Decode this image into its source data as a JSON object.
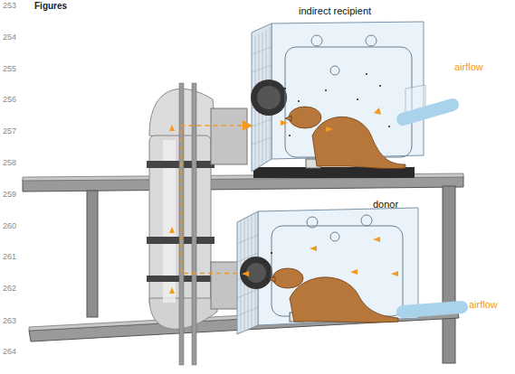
{
  "diagram": {
    "title": "Figures",
    "nodes": [
      {
        "text": [
          "indirect recipient"
        ]
      },
      {
        "text": [
          "donor"
        ]
      }
    ],
    "edges": [
      {
        "from": 1,
        "to": 0,
        "arrow": "to"
      }
    ],
    "labels": [
      "253",
      "254",
      "255",
      "256",
      "257",
      "258",
      "259",
      "260",
      "261",
      "262",
      "263",
      "264",
      "airflow",
      "airflow"
    ]
  }
}
